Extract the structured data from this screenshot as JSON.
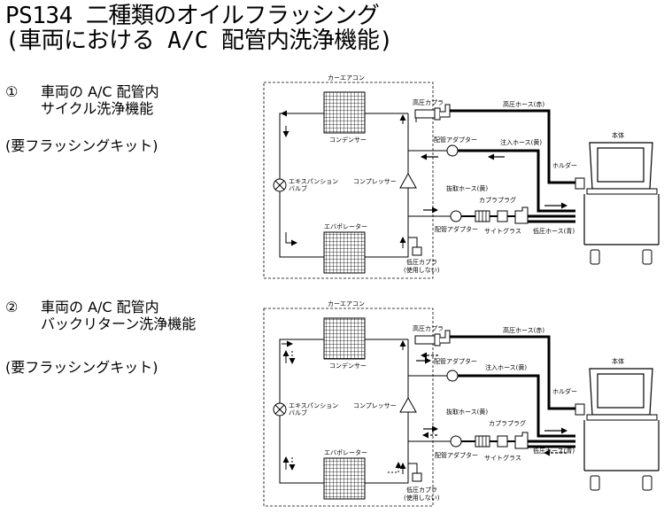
{
  "title_line1": "PS134 二種類のオイルフラッシング",
  "title_line2": "(車両における A/C 配管内洗浄機能)",
  "sections": [
    {
      "number": "①",
      "heading_line1": "車両の A/C 配管内",
      "heading_line2": "サイクル洗浄機能",
      "kit_note": "(要フラッシングキット)",
      "labels": {
        "car_ac": "カーエアコン",
        "condenser": "コンデンサー",
        "expansion_valve_1": "エキスパンション",
        "expansion_valve_2": "バルブ",
        "compressor": "コンプレッサー",
        "evaporator": "エバポレーター",
        "high_coupler": "高圧カプラ",
        "high_hose": "高圧ホース(赤)",
        "pipe_adapter_top": "配管アダプター",
        "injection_hose": "注入ホース(黄)",
        "holder": "ホルダー",
        "main_unit": "本体",
        "extraction_hose": "抜取ホース(黄)",
        "coupler_plug": "カプラプラグ",
        "pipe_adapter_bottom": "配管アダプター",
        "sight_glass": "サイトグラス",
        "low_hose": "低圧ホース(青)",
        "low_coupler_1": "低圧カプラ",
        "low_coupler_2": "(使用しない)"
      }
    },
    {
      "number": "②",
      "heading_line1": "車両の A/C 配管内",
      "heading_line2": "バックリターン洗浄機能",
      "kit_note": "(要フラッシングキット)",
      "labels": {
        "car_ac": "カーエアコン",
        "condenser": "コンデンサー",
        "expansion_valve_1": "エキスパンション",
        "expansion_valve_2": "バルブ",
        "compressor": "コンプレッサー",
        "evaporator": "エバポレーター",
        "high_coupler": "高圧カプラ",
        "high_hose": "高圧ホース(赤)",
        "pipe_adapter_top": "配管アダプター",
        "injection_hose": "注入ホース(黄)",
        "holder": "ホルダー",
        "main_unit": "本体",
        "extraction_hose": "抜取ホース(黄)",
        "coupler_plug": "カプラプラグ",
        "pipe_adapter_bottom": "配管アダプター",
        "sight_glass": "サイトグラス",
        "low_hose": "低圧ホース(青)",
        "low_coupler_1": "低圧カプラ",
        "low_coupler_2": "(使用しない)"
      }
    }
  ]
}
